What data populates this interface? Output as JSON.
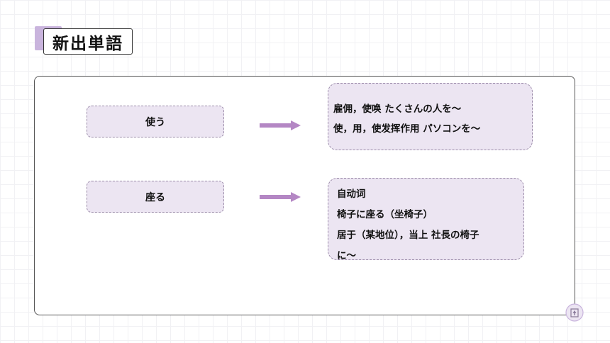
{
  "slide": {
    "title": "新出単語"
  },
  "vocab": [
    {
      "word": "使う",
      "definitions": [
        "雇佣，使唤  たくさんの人を～",
        "使，用，使发挥作用    パソコンを～"
      ]
    },
    {
      "word": "座る",
      "definitions": [
        "自动词",
        "椅子に座る（坐椅子）",
        "居于（某地位），当上   社長の椅子",
        "に～"
      ]
    }
  ],
  "colors": {
    "accent": "#c9b4dd",
    "box_fill": "#ece5f2",
    "arrow": "#b487c4"
  },
  "icons": {
    "arrow": "right-arrow-icon",
    "corner": "book-lamp-icon"
  }
}
